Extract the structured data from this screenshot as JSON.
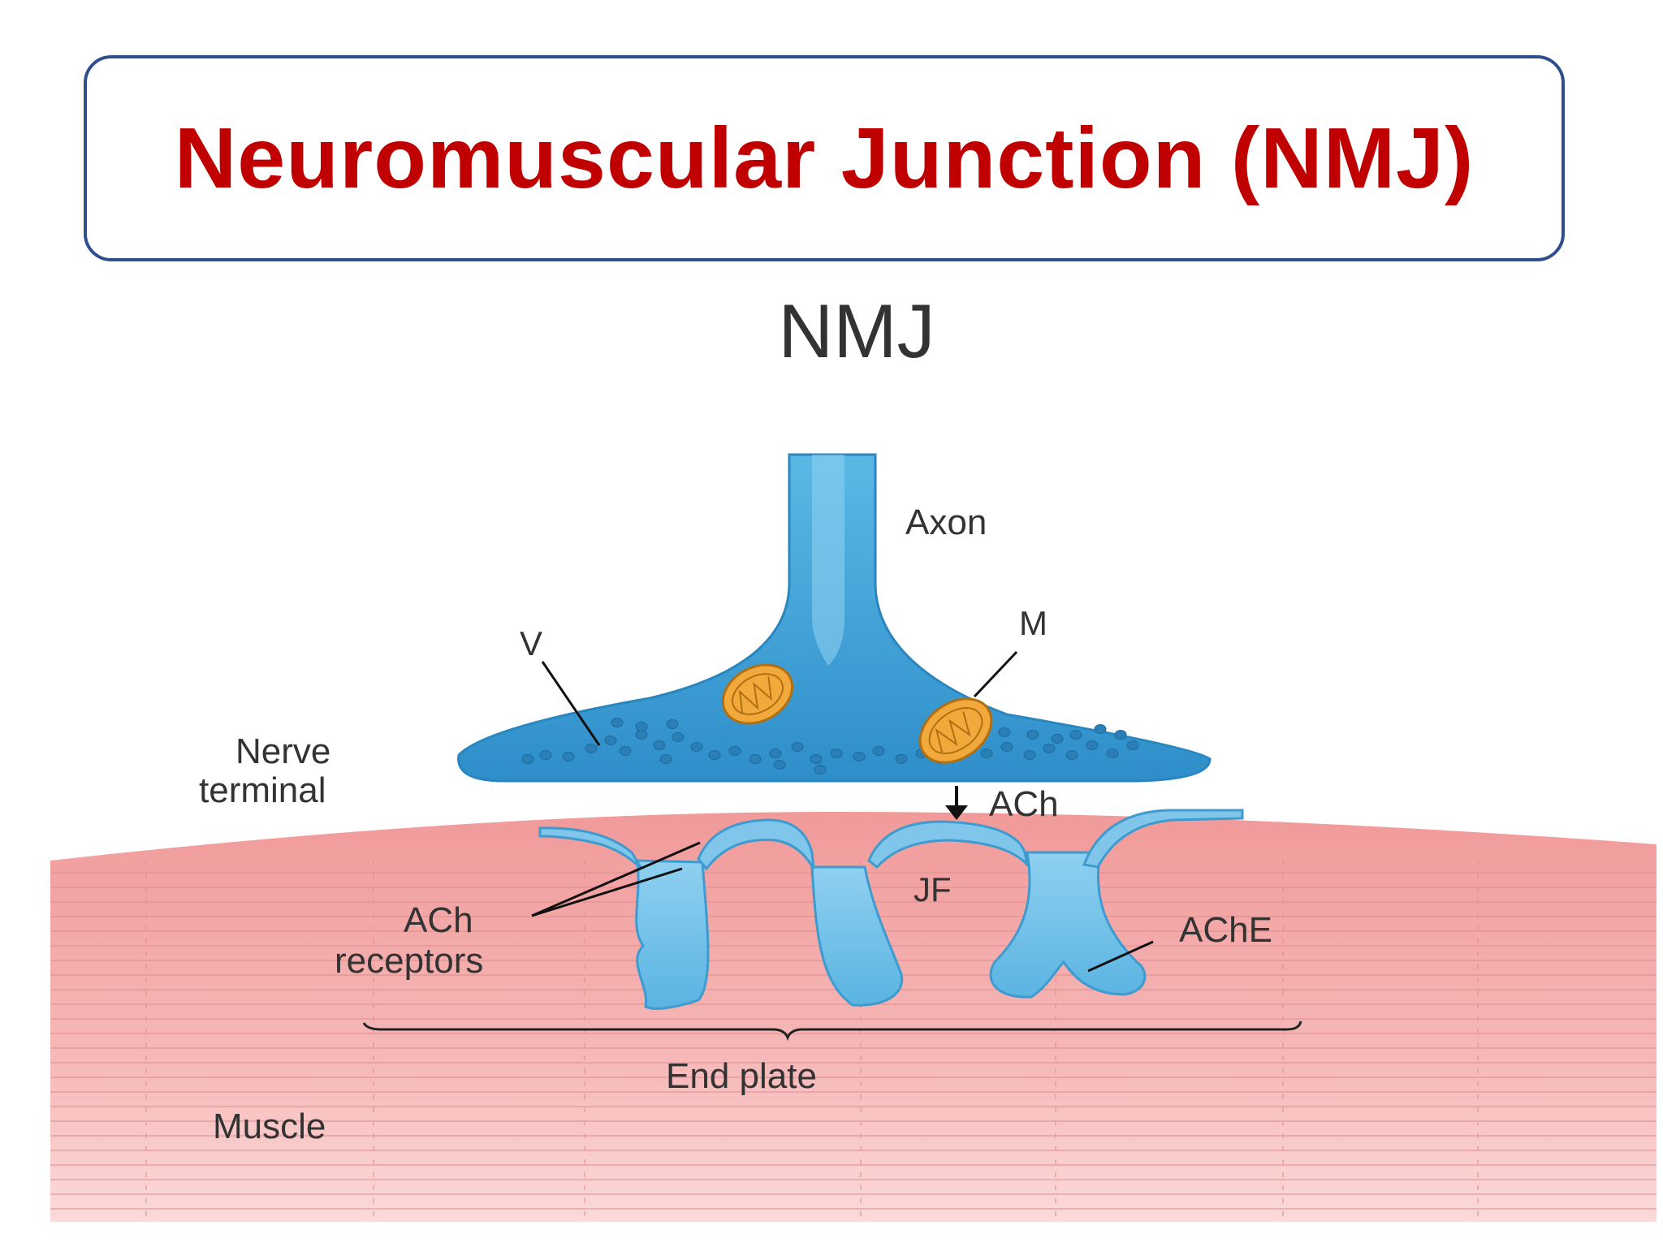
{
  "slide": {
    "title": "Neuromuscular Junction (NMJ)"
  },
  "diagram": {
    "heading": "NMJ",
    "labels": {
      "axon": "Axon",
      "vesicle": "V",
      "mitochondrion": "M",
      "nerve_terminal_line1": "Nerve",
      "nerve_terminal_line2": "terminal",
      "ach": "ACh",
      "ach_receptors_line1": "ACh",
      "ach_receptors_line2": "receptors",
      "junctional_folds": "JF",
      "ache": "AChE",
      "end_plate": "End plate",
      "muscle": "Muscle"
    }
  },
  "colors": {
    "title": "#c00000",
    "border": "#2f4e8c",
    "nerve": "#4aaee0",
    "muscle": "#f3aeae",
    "mitochondria": "#f2a93b"
  }
}
